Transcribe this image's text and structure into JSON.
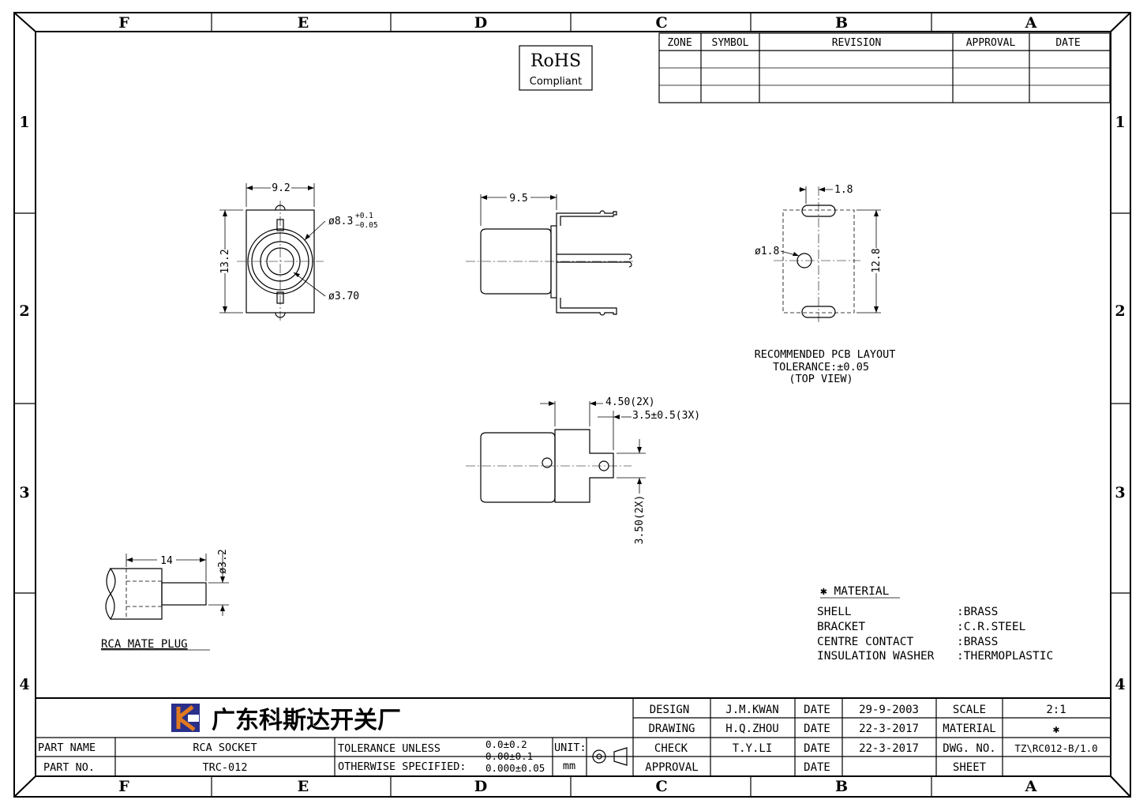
{
  "zones": {
    "columns": [
      "F",
      "E",
      "D",
      "C",
      "B",
      "A"
    ],
    "rows": [
      "1",
      "2",
      "3",
      "4"
    ]
  },
  "rohs": {
    "title": "RoHS",
    "subtitle": "Compliant"
  },
  "revision_table": {
    "headers": [
      "ZONE",
      "SYMBOL",
      "REVISION",
      "APPROVAL",
      "DATE"
    ]
  },
  "front_view": {
    "width": "9.2",
    "height": "13.2",
    "outer_dia": "ø8.3",
    "outer_tol_upper": "+0.1",
    "outer_tol_lower": "−0.05",
    "inner_dia": "ø3.70"
  },
  "side_view": {
    "length": "9.5"
  },
  "pcb_layout": {
    "pitch": "1.8",
    "hole": "ø1.8",
    "height": "12.8",
    "caption": [
      "RECOMMENDED PCB LAYOUT",
      "TOLERANCE:±0.05",
      "(TOP VIEW)"
    ]
  },
  "bottom_view": {
    "dim_a": "4.50(2X)",
    "dim_b": "3.5±0.5(3X)",
    "dim_c": "3.50(2X)"
  },
  "mate_plug": {
    "length": "14",
    "dia": "ø3.2",
    "caption": "RCA MATE PLUG"
  },
  "material": {
    "heading": "✱ MATERIAL",
    "items": [
      {
        "part": "SHELL",
        "value": ":BRASS"
      },
      {
        "part": "BRACKET",
        "value": ":C.R.STEEL"
      },
      {
        "part": "CENTRE CONTACT",
        "value": ":BRASS"
      },
      {
        "part": "INSULATION WASHER",
        "value": ":THERMOPLASTIC"
      }
    ]
  },
  "title_block": {
    "company": "广东科斯达开关厂",
    "part_name_label": "PART NAME",
    "part_name": "RCA SOCKET",
    "part_no_label": "PART NO.",
    "part_no": "TRC-012",
    "tol_line1": "TOLERANCE UNLESS",
    "tol_line2": "OTHERWISE SPECIFIED:",
    "tol_v1": "0.0±0.2",
    "tol_v2": "0.00±0.1",
    "tol_v3": "0.000±0.05",
    "unit_label": "UNIT:",
    "unit": "mm",
    "design_label": "DESIGN",
    "design": "J.M.KWAN",
    "drawing_label": "DRAWING",
    "drawing": "H.Q.ZHOU",
    "check_label": "CHECK",
    "check": "T.Y.LI",
    "approval_label": "APPROVAL",
    "approval": "",
    "date_label": "DATE",
    "design_date": "29-9-2003",
    "drawing_date": "22-3-2017",
    "check_date": "22-3-2017",
    "approval_date": "",
    "scale_label": "SCALE",
    "scale": "2:1",
    "material_label": "MATERIAL",
    "material": "✱",
    "dwg_label": "DWG. NO.",
    "dwg": "TZ\\RC012-B/1.0",
    "sheet_label": "SHEET",
    "sheet": ""
  }
}
